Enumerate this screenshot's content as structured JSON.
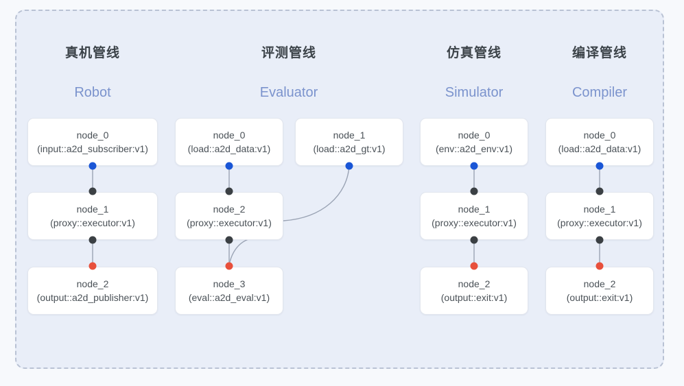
{
  "diagram": {
    "title_cn_note": "",
    "panel": {
      "style": "dashed-rounded",
      "bg": "#e9eef8",
      "border": "#b9c2d4"
    },
    "colors": {
      "accent_blue": "#1a56d6",
      "node_black": "#3b4044",
      "node_red": "#e8503c",
      "heading_cn": "#3c4349",
      "heading_en": "#7b93cd",
      "node_bg": "#ffffff",
      "node_border": "#e2e6ee",
      "edge": "#9aa3b4",
      "page_bg": "#f7f9fc"
    },
    "columns": [
      {
        "id": "robot",
        "title_cn": "真机管线",
        "title_en": "Robot",
        "nodes": [
          {
            "id": "node_0",
            "type": "(input::a2d_subscriber:v1)",
            "ports": {
              "top": null,
              "bottom": "blue"
            }
          },
          {
            "id": "node_1",
            "type": "(proxy::executor:v1)",
            "ports": {
              "top": "black",
              "bottom": "black"
            }
          },
          {
            "id": "node_2",
            "type": "(output::a2d_publisher:v1)",
            "ports": {
              "top": "red",
              "bottom": null
            }
          }
        ]
      },
      {
        "id": "evaluator",
        "title_cn": "评测管线",
        "title_en": "Evaluator",
        "nodes": [
          {
            "id": "node_0",
            "type": "(load::a2d_data:v1)",
            "ports": {
              "top": null,
              "bottom": "blue"
            }
          },
          {
            "id": "node_1",
            "type": "(load::a2d_gt:v1)",
            "ports": {
              "top": null,
              "bottom": "blue"
            }
          },
          {
            "id": "node_2",
            "type": "(proxy::executor:v1)",
            "ports": {
              "top": "black",
              "bottom": "black"
            }
          },
          {
            "id": "node_3",
            "type": "(eval::a2d_eval:v1)",
            "ports": {
              "top": "red",
              "bottom": null
            }
          }
        ]
      },
      {
        "id": "simulator",
        "title_cn": "仿真管线",
        "title_en": "Simulator",
        "nodes": [
          {
            "id": "node_0",
            "type": "(env::a2d_env:v1)",
            "ports": {
              "top": null,
              "bottom": "blue"
            }
          },
          {
            "id": "node_1",
            "type": "(proxy::executor:v1)",
            "ports": {
              "top": "black",
              "bottom": "black"
            }
          },
          {
            "id": "node_2",
            "type": "(output::exit:v1)",
            "ports": {
              "top": "red",
              "bottom": null
            }
          }
        ]
      },
      {
        "id": "compiler",
        "title_cn": "编译管线",
        "title_en": "Compiler",
        "nodes": [
          {
            "id": "node_0",
            "type": "(load::a2d_data:v1)",
            "ports": {
              "top": null,
              "bottom": "blue"
            }
          },
          {
            "id": "node_1",
            "type": "(proxy::executor:v1)",
            "ports": {
              "top": "black",
              "bottom": "black"
            }
          },
          {
            "id": "node_2",
            "type": "(output::exit:v1)",
            "ports": {
              "top": "red",
              "bottom": null
            }
          }
        ]
      }
    ],
    "edges": [
      {
        "from": "robot.node_0",
        "to": "robot.node_1",
        "kind": "straight"
      },
      {
        "from": "robot.node_1",
        "to": "robot.node_2",
        "kind": "straight"
      },
      {
        "from": "evaluator.node_0",
        "to": "evaluator.node_2",
        "kind": "straight"
      },
      {
        "from": "evaluator.node_1",
        "to": "evaluator.node_2",
        "kind": "curved"
      },
      {
        "from": "evaluator.node_2",
        "to": "evaluator.node_3",
        "kind": "straight"
      },
      {
        "from": "evaluator.node_2",
        "to": "evaluator.node_3",
        "kind": "curved"
      },
      {
        "from": "simulator.node_0",
        "to": "simulator.node_1",
        "kind": "straight"
      },
      {
        "from": "simulator.node_1",
        "to": "simulator.node_2",
        "kind": "straight"
      },
      {
        "from": "compiler.node_0",
        "to": "compiler.node_1",
        "kind": "straight"
      },
      {
        "from": "compiler.node_1",
        "to": "compiler.node_2",
        "kind": "straight"
      }
    ]
  }
}
